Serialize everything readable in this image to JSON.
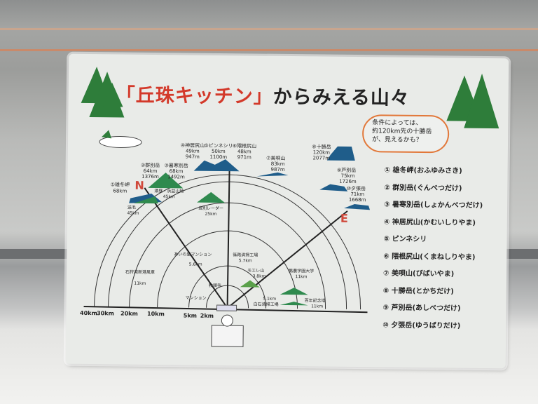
{
  "title": {
    "open": "「",
    "name": "丘珠キッチン",
    "close": "」",
    "rest": "からみえる山々"
  },
  "bubble": [
    "条件によっては、",
    "約120km先の十勝岳",
    "が、見えるかも？"
  ],
  "compass": {
    "north": "N",
    "east": "E"
  },
  "mountains": [
    {
      "label": "①雄冬岬",
      "dist": "68km",
      "elev": ""
    },
    {
      "label": "②群別岳",
      "dist": "64km",
      "elev": "1376m"
    },
    {
      "label": "③暑寒別岳",
      "dist": "68km",
      "elev": "1492m"
    },
    {
      "label": "④神居尻山",
      "dist": "49km",
      "elev": "947m"
    },
    {
      "label": "⑤ピンネシリ",
      "dist": "50km",
      "elev": "1100m"
    },
    {
      "label": "⑥隈根尻山",
      "dist": "48km",
      "elev": "971m"
    },
    {
      "label": "⑦美唄山",
      "dist": "83km",
      "elev": "987m"
    },
    {
      "label": "⑧十勝岳",
      "dist": "120km",
      "elev": "2077m"
    },
    {
      "label": "⑨芦別岳",
      "dist": "75km",
      "elev": "1726m"
    },
    {
      "label": "⑩夕張岳",
      "dist": "71km",
      "elev": "1668m"
    }
  ],
  "landmarks": [
    {
      "label": "送毛",
      "dist": "45km"
    },
    {
      "label": "濃昼・浜益山地",
      "dist": "45km"
    },
    {
      "label": "当別レーダー",
      "dist": "25km"
    },
    {
      "label": "あいの里マンション",
      "dist": "5.6km"
    },
    {
      "label": "篠路清掃工場",
      "dist": "5.7km"
    },
    {
      "label": "石狩湾新港風車",
      "dist": "11km"
    },
    {
      "label": "モエレ山",
      "dist": "3.8km"
    },
    {
      "label": "酪農学園大学",
      "dist": "11km"
    },
    {
      "label": "教順寺",
      "dist": ""
    },
    {
      "label": "マンション",
      "dist": ""
    },
    {
      "label": "白石清掃工場",
      "dist": "5.1km"
    },
    {
      "label": "百年記念塔",
      "dist": "11km"
    }
  ],
  "scale": [
    "40km",
    "30km",
    "20km",
    "10km",
    "5km",
    "2km"
  ],
  "legend": [
    "① 雄冬岬(おふゆみさき)",
    "② 群別岳(ぐんべつだけ)",
    "③ 暑寒別岳(しょかんべつだけ)",
    "④ 神居尻山(かむいしりやま)",
    "⑤ ピンネシリ",
    "⑥ 隈根尻山(くまねしりやま)",
    "⑦ 美唄山(びばいやま)",
    "⑧ 十勝岳(とかちだけ)",
    "⑨ 芦別岳(あしべつだけ)",
    "⑩ 夕張岳(ゆうばりだけ)"
  ]
}
